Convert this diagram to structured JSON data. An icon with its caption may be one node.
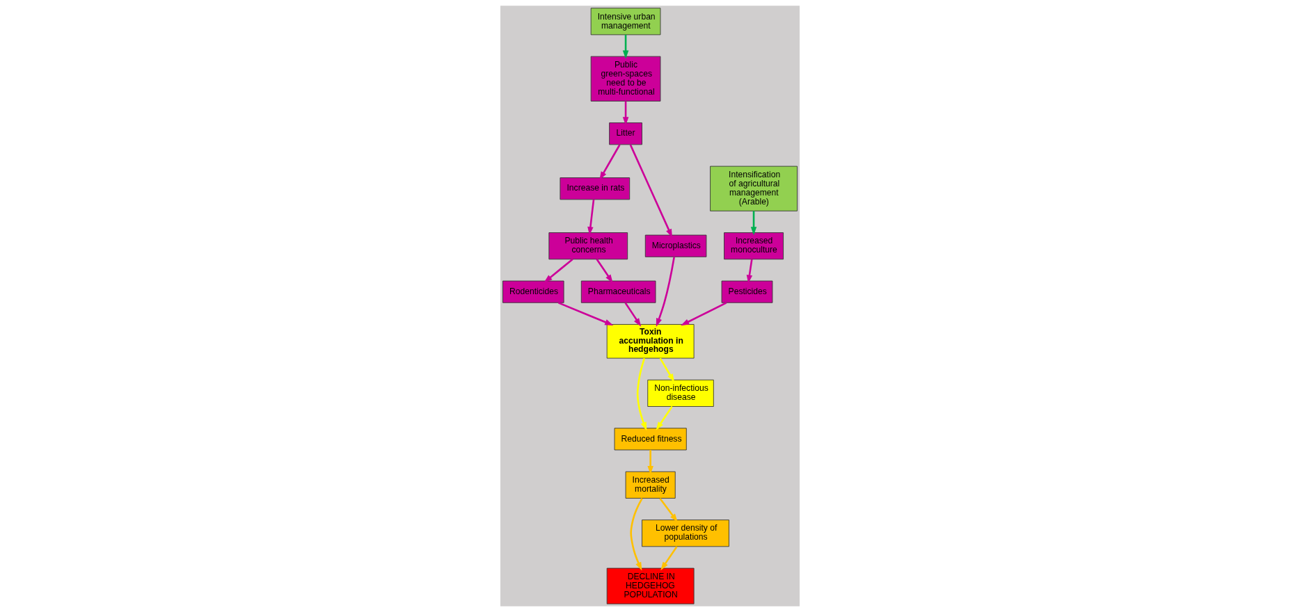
{
  "diagram": {
    "nodes": [
      {
        "text": [
          "Rodenticides"
        ]
      },
      {
        "text": [
          "Public health concerns"
        ]
      },
      {
        "text": [
          "Increase in rats"
        ]
      },
      {
        "text": [
          "Litter"
        ]
      },
      {
        "text": [
          "Public green-spaces need to be multi-functional"
        ]
      },
      {
        "text": [
          "Intensive urban management"
        ]
      },
      {
        "text": [
          "Pharmaceuticals"
        ]
      },
      {
        "text": [
          "Microplastics"
        ]
      },
      {
        "text": [
          "Toxin accumulation in hedgehogs"
        ]
      },
      {
        "text": [
          "Reduced fitness"
        ]
      },
      {
        "text": [
          "DECLINE IN HEDGEHOG POPULATION"
        ]
      },
      {
        "text": [
          "Lower density of populations"
        ]
      },
      {
        "text": [
          "Non-infectious disease"
        ]
      },
      {
        "text": [
          "Pesticides"
        ]
      },
      {
        "text": [
          "Intensification of agricultural management (Arable)"
        ]
      },
      {
        "text": [
          "Increased monoculture"
        ]
      },
      {
        "text": [
          "Increased mortality"
        ]
      }
    ],
    "edges": [
      {
        "from": 5,
        "to": 4,
        "arrow": "to",
        "color": "#00b050"
      },
      {
        "from": 4,
        "to": 3,
        "arrow": "to"
      },
      {
        "from": 3,
        "to": 2,
        "arrow": "to"
      },
      {
        "from": 3,
        "to": 7,
        "arrow": "to"
      },
      {
        "from": 2,
        "to": 1,
        "arrow": "to"
      },
      {
        "from": 1,
        "to": 0,
        "arrow": "to"
      },
      {
        "from": 1,
        "to": 6,
        "arrow": "to"
      },
      {
        "from": 0,
        "to": 8,
        "arrow": "to"
      },
      {
        "from": 6,
        "to": 8,
        "arrow": "to"
      },
      {
        "from": 7,
        "to": 8,
        "arrow": "to"
      },
      {
        "from": 15,
        "to": 13,
        "arrow": "to"
      },
      {
        "from": 13,
        "to": 8,
        "arrow": "to"
      },
      {
        "from": 14,
        "to": 15,
        "arrow": "to",
        "color": "#00b050"
      },
      {
        "from": 8,
        "to": 9,
        "arrow": "to",
        "color": "#ffff00"
      },
      {
        "from": 8,
        "to": 12,
        "arrow": "to",
        "color": "#ffff00"
      },
      {
        "from": 12,
        "to": 9,
        "arrow": "to",
        "color": "#ffff00"
      },
      {
        "from": 9,
        "to": 16,
        "arrow": "to",
        "color": "#ffc000"
      },
      {
        "from": 16,
        "to": 10,
        "arrow": "to",
        "color": "#ffc000"
      },
      {
        "from": 16,
        "to": 11,
        "arrow": "to",
        "color": "#ffc000"
      },
      {
        "from": 11,
        "to": 10,
        "arrow": "to",
        "color": "#ffc000"
      }
    ]
  }
}
